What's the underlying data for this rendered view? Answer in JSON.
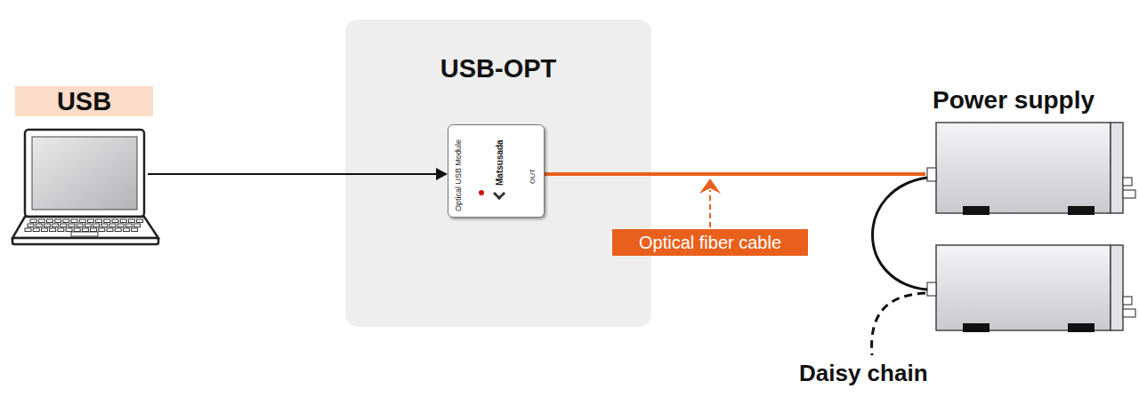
{
  "diagram": {
    "nodes": [
      {
        "text": [
          "USB"
        ]
      },
      {
        "text": [
          "USB-OPT"
        ]
      },
      {
        "text": [
          "Optical USB Module",
          "Matsusada",
          "OUT"
        ],
        "in": 1
      },
      {
        "text": [
          "Power supply"
        ]
      }
    ],
    "edges": [
      {
        "from": 0,
        "to": 2,
        "arrow": "to"
      },
      {
        "from": 2,
        "to": 3,
        "arrow": "none"
      }
    ],
    "labels": [
      "Optical fiber cable",
      "Daisy chain"
    ]
  }
}
